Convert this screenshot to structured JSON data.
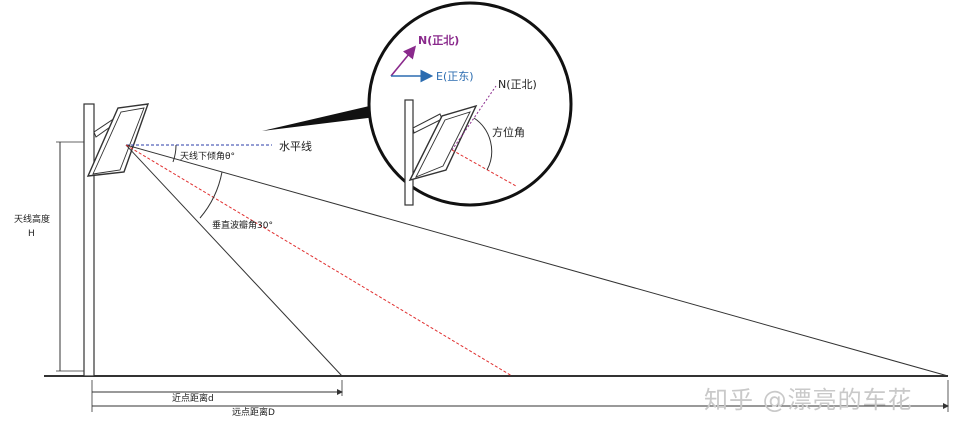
{
  "labels": {
    "horizon": "水平线",
    "downtilt": "天线下倾角θ°",
    "vertical_beam": "垂直波瓣角30°",
    "height_line1": "天线高度",
    "height_line2": "H",
    "near_distance": "近点距离d",
    "far_distance": "远点距离D"
  },
  "inset": {
    "north_arrow": "N(正北)",
    "east_arrow": "E(正东)",
    "north_line": "N(正北)",
    "azimuth": "方位角"
  },
  "watermark": "知乎 @漂亮的车花",
  "colors": {
    "north_arrow": "#8a2a8c",
    "east_arrow": "#2b6cb0",
    "dashed_blue": "#2b3ea8",
    "dashed_red": "#e03030",
    "stroke": "#333333"
  }
}
